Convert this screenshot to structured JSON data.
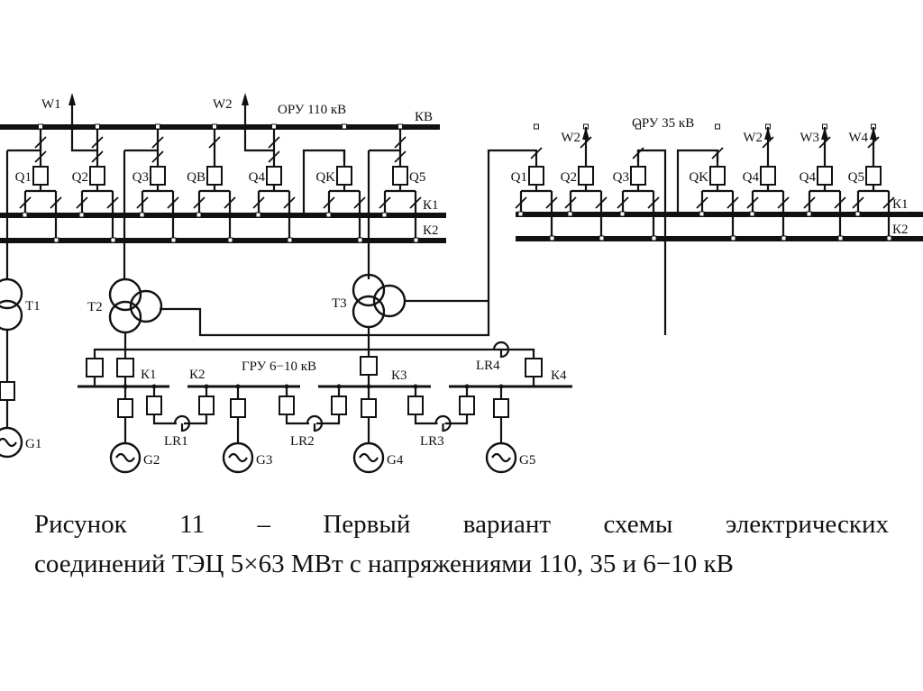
{
  "figure": {
    "caption_line1": "Рисунок 11 – Первый вариант схемы электрических",
    "caption_line2": "соединений ТЭЦ 5×63 МВт с напряжениями 110, 35 и 6−10 кВ"
  },
  "oru110": {
    "title": "ОРУ 110 кВ",
    "bus_labels": {
      "kb": "КВ",
      "k1": "К1",
      "k2": "К2"
    },
    "lines": [
      {
        "label": "W1"
      },
      {
        "label": "W2"
      }
    ],
    "breakers": [
      {
        "label": "Q1"
      },
      {
        "label": "Q2"
      },
      {
        "label": "Q3"
      },
      {
        "label": "QB"
      },
      {
        "label": "Q4"
      },
      {
        "label": "QK"
      },
      {
        "label": "Q5"
      }
    ]
  },
  "oru35": {
    "title": "ОРУ 35 кВ",
    "bus_labels": {
      "k1": "К1",
      "k2": "К2"
    },
    "lines": [
      {
        "label": "W2"
      },
      {
        "label": "W2"
      },
      {
        "label": "W3"
      },
      {
        "label": "W4"
      }
    ],
    "breakers": [
      {
        "label": "Q1"
      },
      {
        "label": "Q2"
      },
      {
        "label": "Q3"
      },
      {
        "label": "QK"
      },
      {
        "label": "Q4"
      },
      {
        "label": "Q4"
      },
      {
        "label": "Q5"
      }
    ]
  },
  "transformers": [
    {
      "label": "T1"
    },
    {
      "label": "T2"
    },
    {
      "label": "T3"
    }
  ],
  "gru": {
    "title": "ГРУ 6−10 кВ",
    "sections": [
      {
        "label": "К1"
      },
      {
        "label": "К2"
      },
      {
        "label": "К3"
      },
      {
        "label": "К4"
      }
    ],
    "reactors": [
      {
        "label": "LR1"
      },
      {
        "label": "LR2"
      },
      {
        "label": "LR3"
      },
      {
        "label": "LR4"
      }
    ]
  },
  "generators": [
    {
      "label": "G1"
    },
    {
      "label": "G2"
    },
    {
      "label": "G3"
    },
    {
      "label": "G4"
    },
    {
      "label": "G5"
    }
  ]
}
